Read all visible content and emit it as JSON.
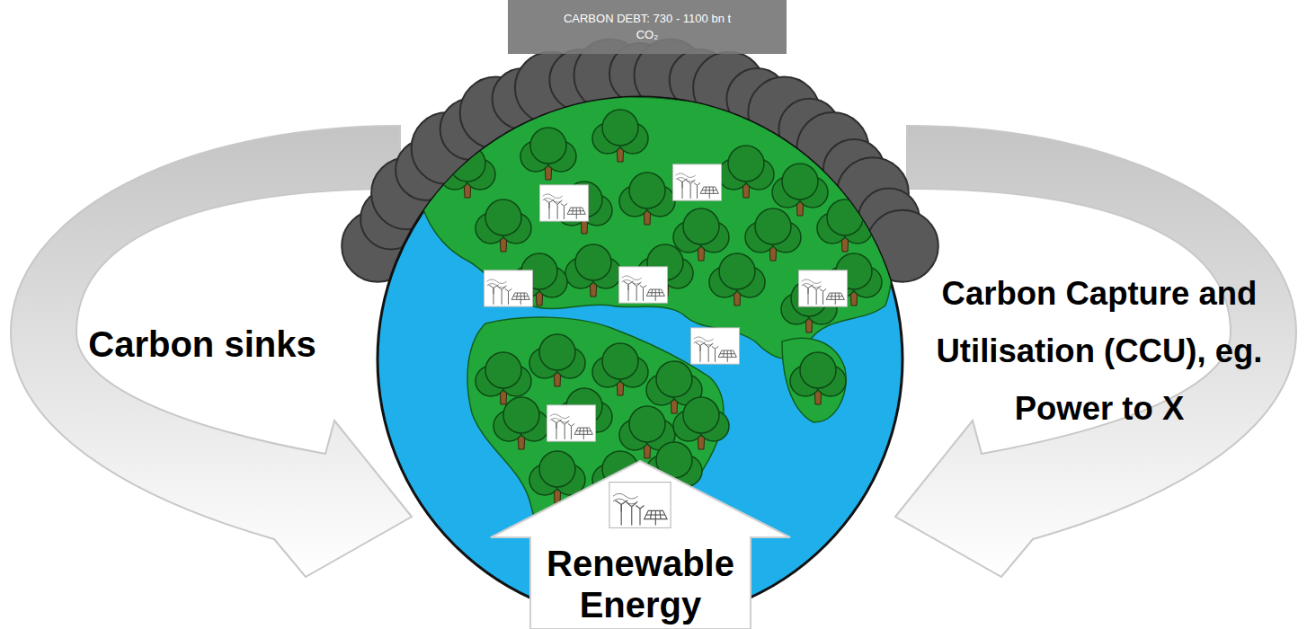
{
  "diagram": {
    "nodes": [
      {
        "text": [
          "CARBON DEBT: 730 - 1100 bn t CO₂"
        ]
      },
      {
        "text": [
          "Carbon sinks"
        ]
      },
      {
        "text": [
          "Carbon Capture and Utilisation (CCU), eg. Power to X"
        ]
      },
      {
        "text": [
          "Renewable Energy"
        ]
      }
    ]
  }
}
